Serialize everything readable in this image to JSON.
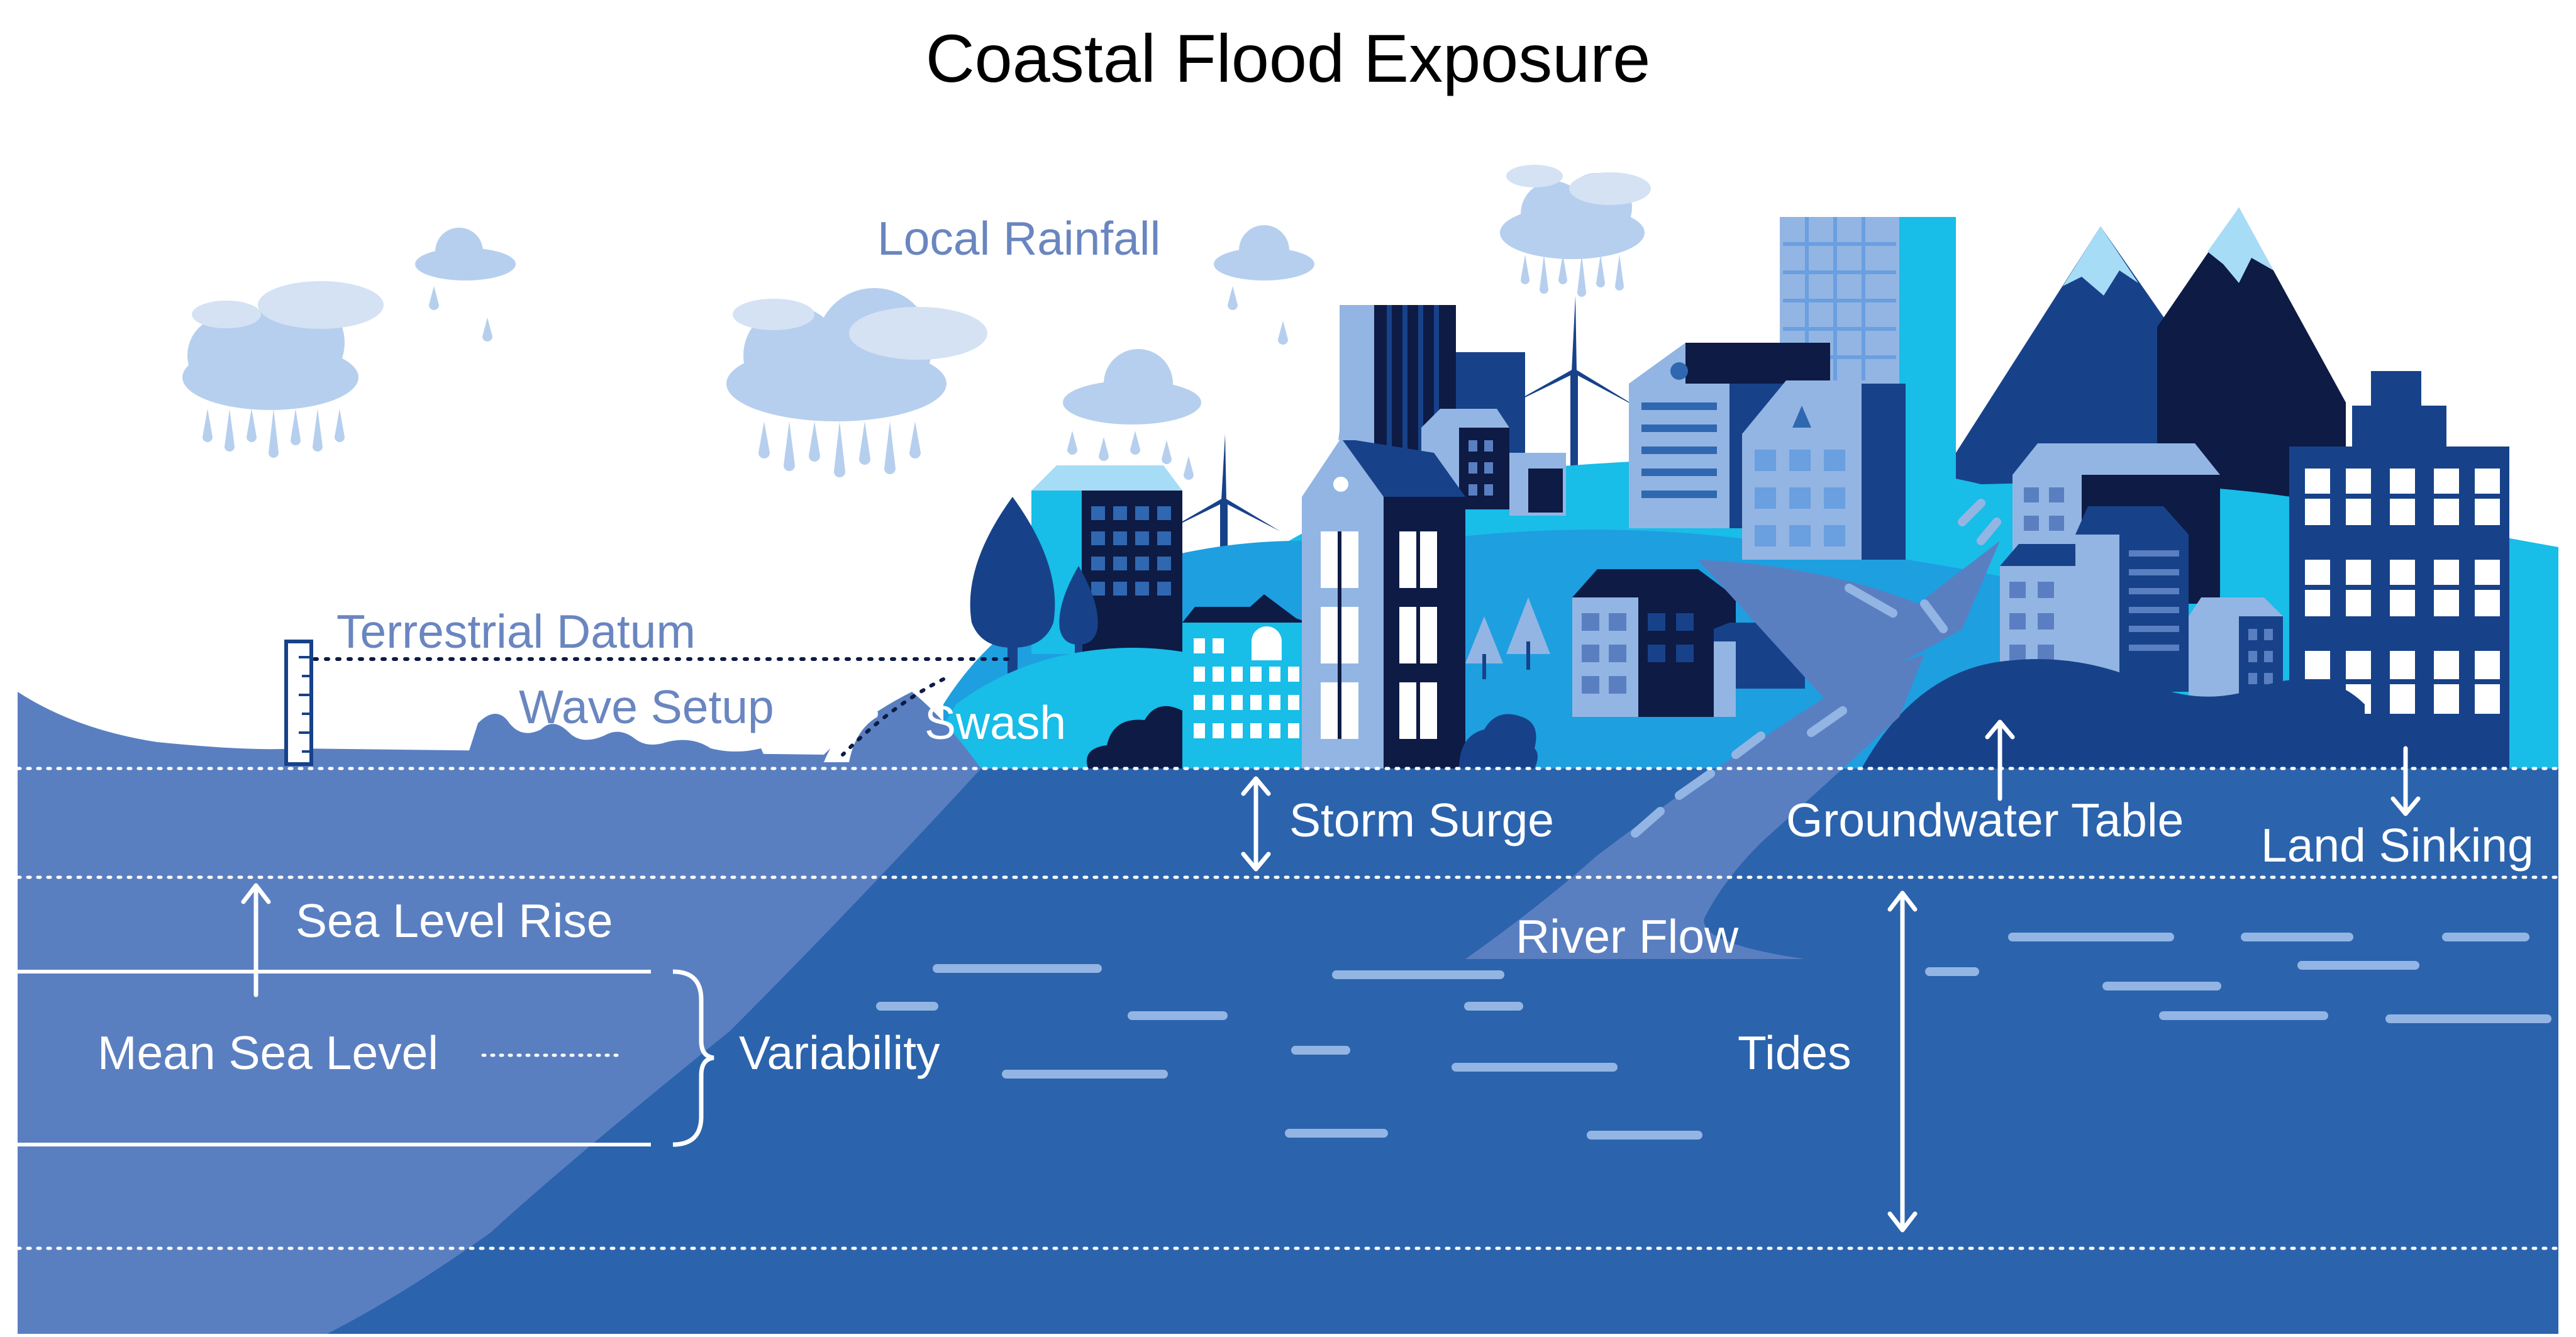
{
  "title": "Coastal Flood Exposure",
  "labels": {
    "local_rainfall": "Local Rainfall",
    "terrestrial_datum": "Terrestrial Datum",
    "wave_setup": "Wave Setup",
    "swash": "Swash",
    "storm_surge": "Storm Surge",
    "groundwater_table": "Groundwater Table",
    "land_sinking": "Land Sinking",
    "sea_level_rise": "Sea Level Rise",
    "river_flow": "River Flow",
    "mean_sea_level": "Mean Sea Level",
    "variability": "Variability",
    "tides": "Tides"
  },
  "colors": {
    "navy": "#0d1b45",
    "dark_blue": "#17428a",
    "mid_blue": "#2f67b1",
    "sea": "#2b63ad",
    "shallow": "#5a7fc1",
    "cyan": "#18bde8",
    "light_blue": "#93b5e3",
    "pale": "#b9d2ef",
    "sky_cyan": "#a7dcf7",
    "cloud": "#b6cfee",
    "cloud_light": "#d4e2f4",
    "white": "#ffffff",
    "label_blue": "#6a86c0"
  },
  "icons": [
    "cloud-icon",
    "rain-drop-icon",
    "wind-turbine-icon",
    "tree-icon",
    "building-icon",
    "mountain-icon",
    "tide-gauge-icon"
  ]
}
